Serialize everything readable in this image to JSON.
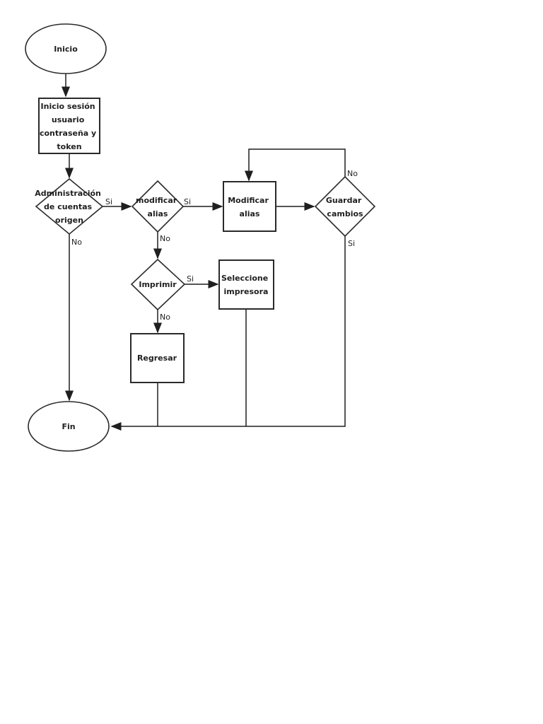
{
  "diagram": {
    "background_color": "#ffffff",
    "line_color": "#1f1f1f",
    "text_color": "#1f1f1f",
    "nodes": {
      "inicio": {
        "shape": "ellipse",
        "lines": [
          "Inicio"
        ]
      },
      "login": {
        "shape": "rect",
        "lines": [
          "Inicio sesión",
          "usuario",
          "contraseña y",
          "token"
        ]
      },
      "admin_cuentas": {
        "shape": "diamond",
        "lines": [
          "Administración",
          "de cuentas",
          "origen"
        ]
      },
      "modificar_alias_decision": {
        "shape": "diamond",
        "lines": [
          "modificar",
          "alias"
        ]
      },
      "modificar_alias_proceso": {
        "shape": "rect",
        "lines": [
          "Modificar",
          "alias"
        ]
      },
      "guardar_cambios": {
        "shape": "diamond",
        "lines": [
          "Guardar",
          "cambios"
        ]
      },
      "imprimir": {
        "shape": "diamond",
        "lines": [
          "Imprimir"
        ]
      },
      "seleccione_impresora": {
        "shape": "rect",
        "lines": [
          "Seleccione",
          "impresora"
        ]
      },
      "regresar": {
        "shape": "rect",
        "lines": [
          "Regresar"
        ]
      },
      "fin": {
        "shape": "ellipse",
        "lines": [
          "Fin"
        ]
      }
    },
    "edge_labels": {
      "admin_si": "Si",
      "admin_no": "No",
      "modificar_si": "Si",
      "modificar_no": "No",
      "guardar_no": "No",
      "guardar_si": "Si",
      "imprimir_si": "Si",
      "imprimir_no": "No"
    }
  }
}
